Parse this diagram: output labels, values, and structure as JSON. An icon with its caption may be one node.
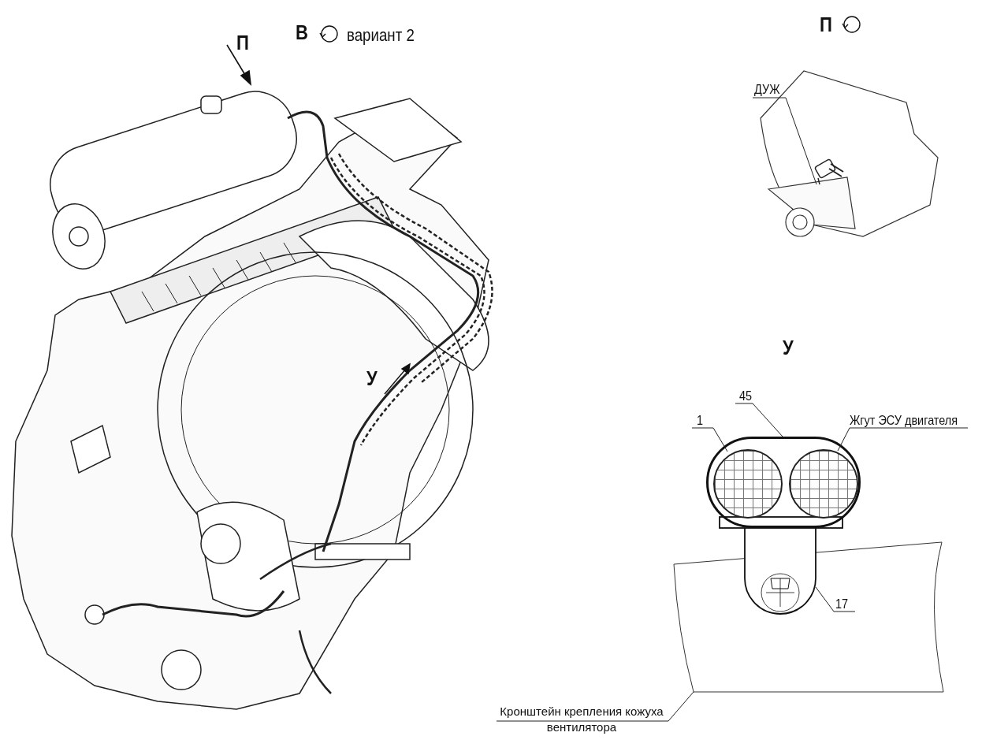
{
  "diagram": {
    "nodes": [
      {
        "text": [
          "ДУЖ"
        ]
      },
      {
        "text": [],
        "shape": "box"
      },
      {
        "text": [
          "1"
        ]
      },
      {
        "text": [],
        "shape": "circle",
        "in": 5
      },
      {
        "text": [
          "45"
        ]
      },
      {
        "text": [],
        "shape": "band"
      },
      {
        "text": [
          "Жгут ЭСУ двигателя"
        ]
      },
      {
        "text": [],
        "shape": "circle",
        "in": 5
      },
      {
        "text": [
          "17"
        ],
        "in": 11
      },
      {
        "text": [],
        "shape": "box"
      },
      {
        "text": [
          "Кронштейн крепления кожуха вентилятора"
        ]
      },
      {
        "text": [],
        "shape": "box"
      }
    ],
    "edges": [
      {
        "from": 0,
        "to": 1,
        "arrow": "none"
      },
      {
        "from": 2,
        "to": 3,
        "arrow": "none"
      },
      {
        "from": 4,
        "to": 5,
        "arrow": "none"
      },
      {
        "from": 6,
        "to": 7,
        "arrow": "none"
      },
      {
        "from": 8,
        "to": 9,
        "arrow": "none"
      },
      {
        "from": 10,
        "to": 11,
        "arrow": "none"
      }
    ],
    "labels": [
      "В",
      "вариант 2",
      "П",
      "П",
      "У",
      "У"
    ]
  }
}
